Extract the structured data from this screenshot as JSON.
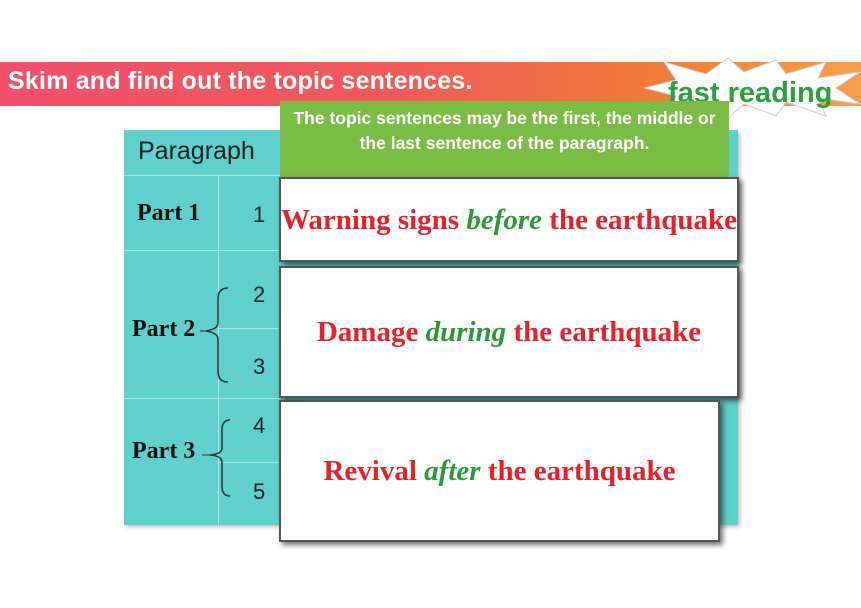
{
  "header": {
    "title": "Skim and find out the topic sentences.",
    "badge": "fast reading"
  },
  "table": {
    "column_header": "Paragraph",
    "parts": [
      {
        "label": "Part 1",
        "paragraphs": [
          "1"
        ]
      },
      {
        "label": "Part 2",
        "paragraphs": [
          "2",
          "3"
        ]
      },
      {
        "label": "Part 3",
        "paragraphs": [
          "4",
          "5"
        ]
      }
    ]
  },
  "hint": {
    "text": "The topic sentences may be the first, the middle or the last sentence of the paragraph."
  },
  "cards": [
    {
      "before": "Warning signs ",
      "emph": "before",
      "after": " the earthquake"
    },
    {
      "before": "Damage ",
      "emph": "during",
      "after": " the earthquake"
    },
    {
      "before": "Revival ",
      "emph": "after",
      "after": " the earthquake"
    }
  ],
  "colors": {
    "banner": "#ef5a5a",
    "table": "#5fd0cc",
    "hint": "#79bd44",
    "card_text": "#e8202a",
    "card_emphasis": "#2c9a3a",
    "badge_text": "#2aa13c"
  }
}
